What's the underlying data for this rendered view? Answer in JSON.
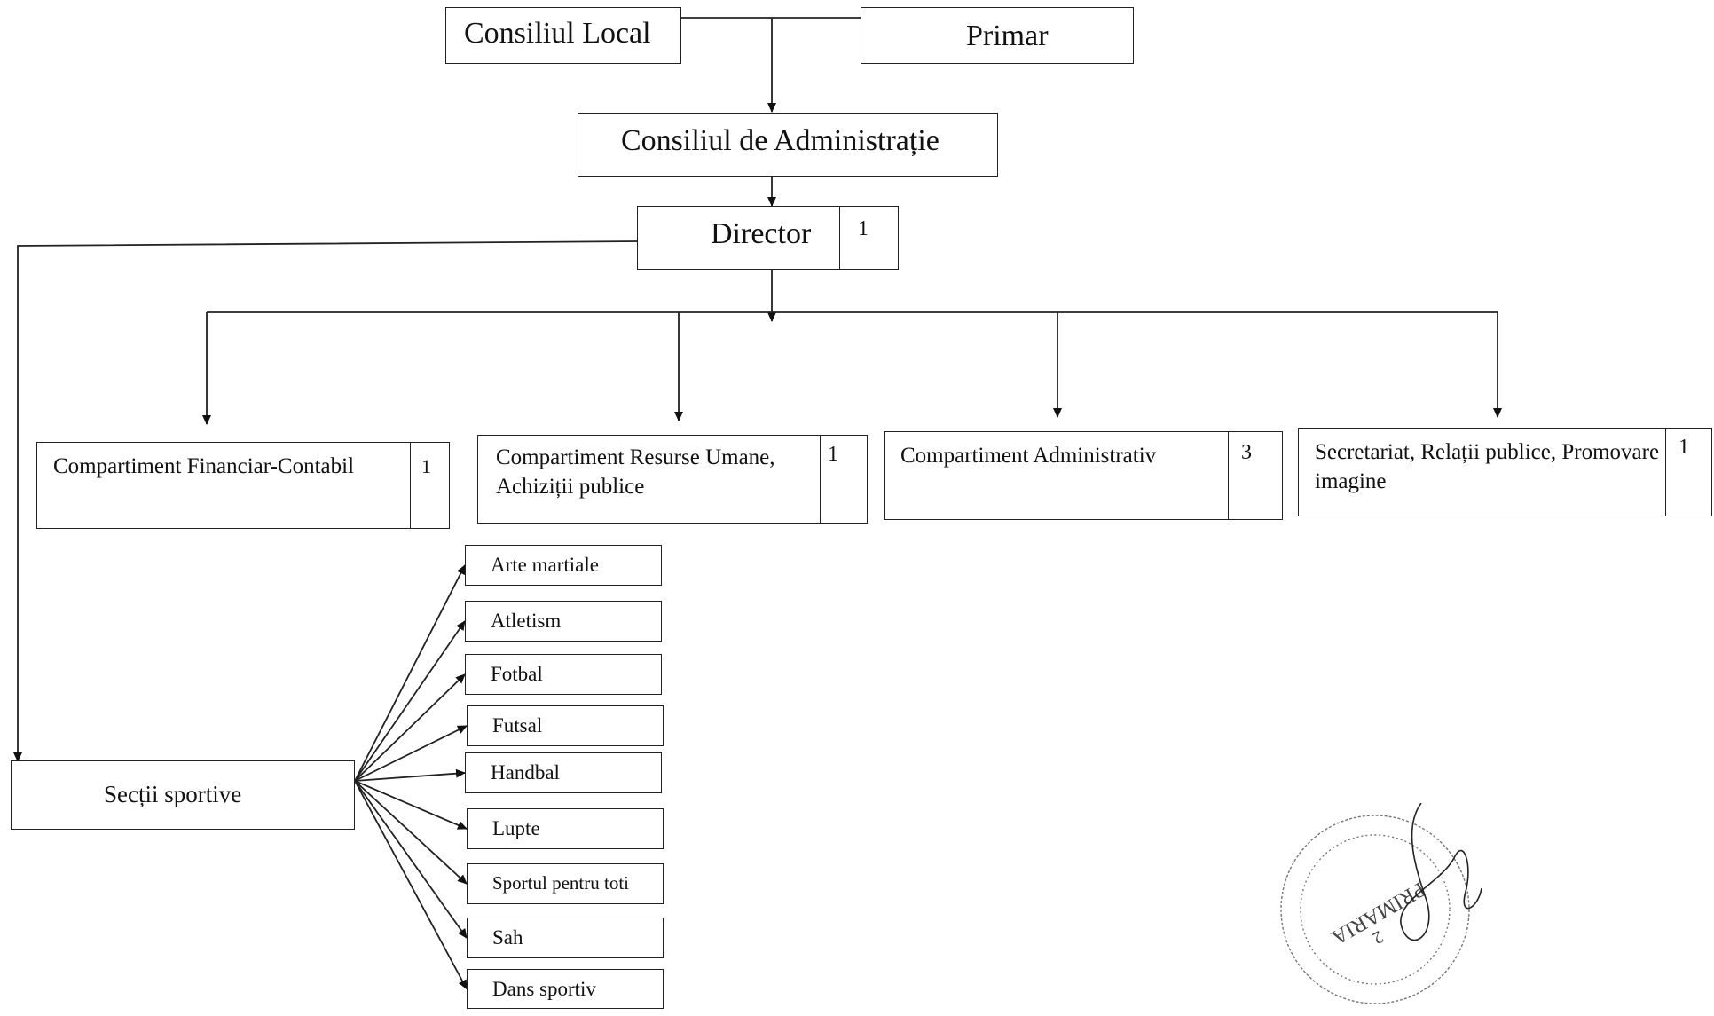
{
  "top": {
    "consiliul_local": "Consiliul Local",
    "primar": "Primar"
  },
  "consiliul_administratie": "Consiliul de Administrație",
  "director": {
    "label": "Director",
    "count": "1"
  },
  "departments": [
    {
      "label": "Compartiment Financiar-Contabil",
      "count": "1"
    },
    {
      "label": "Compartiment Resurse Umane, Achiziții publice",
      "count": "1"
    },
    {
      "label": "Compartiment Administrativ",
      "count": "3"
    },
    {
      "label": "Secretariat, Relații publice, Promovare imagine",
      "count": "1"
    }
  ],
  "sectii": {
    "label": "Secții sportive",
    "items": [
      "Arte martiale",
      "Atletism",
      "Fotbal",
      "Futsal",
      "Handbal",
      "Lupte",
      "Sportul pentru toti",
      "Sah",
      "Dans sportiv"
    ]
  },
  "stamp": {
    "text": "PRIMARIA",
    "number": "2"
  }
}
